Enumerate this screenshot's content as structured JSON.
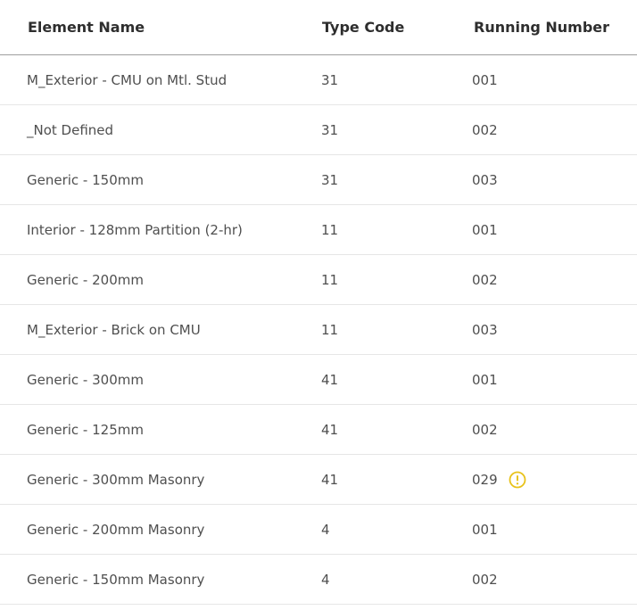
{
  "table": {
    "headers": {
      "name": "Element Name",
      "type": "Type Code",
      "run": "Running Number"
    },
    "rows": [
      {
        "name": "M_Exterior - CMU on Mtl. Stud",
        "type": "31",
        "run": "001",
        "warning": false
      },
      {
        "name": "_Not Defined",
        "type": "31",
        "run": "002",
        "warning": false
      },
      {
        "name": "Generic - 150mm",
        "type": "31",
        "run": "003",
        "warning": false
      },
      {
        "name": "Interior - 128mm Partition (2-hr)",
        "type": "11",
        "run": "001",
        "warning": false
      },
      {
        "name": "Generic - 200mm",
        "type": "11",
        "run": "002",
        "warning": false
      },
      {
        "name": "M_Exterior - Brick on CMU",
        "type": "11",
        "run": "003",
        "warning": false
      },
      {
        "name": "Generic - 300mm",
        "type": "41",
        "run": "001",
        "warning": false
      },
      {
        "name": "Generic - 125mm",
        "type": "41",
        "run": "002",
        "warning": false
      },
      {
        "name": "Generic - 300mm Masonry",
        "type": "41",
        "run": "029",
        "warning": true
      },
      {
        "name": "Generic - 200mm Masonry",
        "type": "4",
        "run": "001",
        "warning": false
      },
      {
        "name": "Generic - 150mm Masonry",
        "type": "4",
        "run": "002",
        "warning": false
      }
    ]
  },
  "icons": {
    "warning": "exclamation-circle-icon"
  },
  "colors": {
    "warning": "#e8c21a",
    "header_divider": "#9e9e9e",
    "row_divider": "#e6e6e6"
  }
}
